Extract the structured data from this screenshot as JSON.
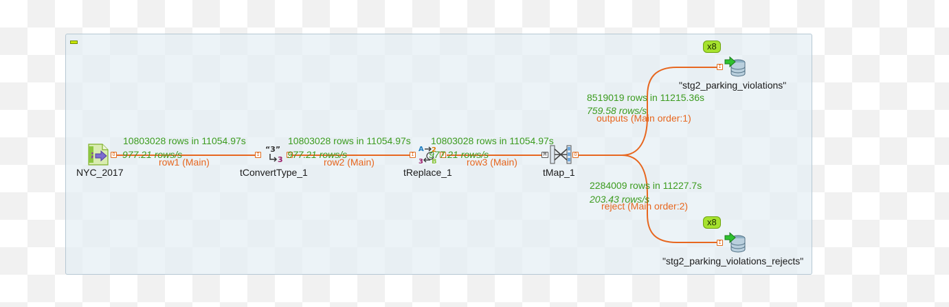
{
  "components": [
    {
      "key": "nyc",
      "label": "NYC_2017",
      "icon": "file-input-icon"
    },
    {
      "key": "convert",
      "label": "tConvertType_1",
      "icon": "convert-type-icon"
    },
    {
      "key": "replace",
      "label": "tReplace_1",
      "icon": "replace-icon"
    },
    {
      "key": "tmap",
      "label": "tMap_1",
      "icon": "tmap-icon"
    },
    {
      "key": "out",
      "label": "\"stg2_parking_violations\"",
      "icon": "database-output-icon",
      "badge": "x8"
    },
    {
      "key": "rej",
      "label": "\"stg2_parking_violations_rejects\"",
      "icon": "database-output-icon",
      "badge": "x8"
    }
  ],
  "links": [
    {
      "key": "row1",
      "name": "row1 (Main)",
      "stats": "10803028 rows in 11054.97s",
      "rate": "977.21 rows/s"
    },
    {
      "key": "row2",
      "name": "row2 (Main)",
      "stats": "10803028 rows in 11054.97s",
      "rate": "977.21 rows/s"
    },
    {
      "key": "row3",
      "name": "row3 (Main)",
      "stats": "10803028 rows in 11054.97s",
      "rate": "977.21 rows/s"
    },
    {
      "key": "outputs",
      "name": "outputs (Main order:1)",
      "stats": "8519019 rows in 11215.36s",
      "rate": "759.58 rows/s"
    },
    {
      "key": "reject",
      "name": "reject (Main order:2)",
      "stats": "2284009 rows in 11227.7s",
      "rate": "203.43 rows/s"
    }
  ],
  "ports": {
    "in": "I",
    "out": "O",
    "main": "M"
  },
  "colors": {
    "link": "#e7661e",
    "stats": "#3b9b1e",
    "badge": "#a6e22e",
    "canvas": "#e4eef4"
  }
}
